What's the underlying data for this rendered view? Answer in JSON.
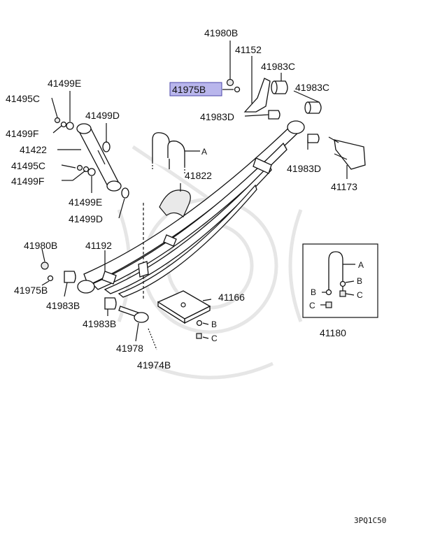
{
  "labels": {
    "p41980B_top": "41980B",
    "p41152": "41152",
    "p41983C_upper": "41983C",
    "p41975B_top": "41975B",
    "p41983C_right": "41983C",
    "p41983D_left": "41983D",
    "p41983D_right": "41983D",
    "p41173": "41173",
    "p41499E_top": "41499E",
    "p41495C_top": "41495C",
    "p41499D_top": "41499D",
    "p41499F_top": "41499F",
    "p41422": "41422",
    "p41495C_bottom": "41495C",
    "p41499F_bottom": "41499F",
    "p41499E_bottom": "41499E",
    "p41499D_bottom": "41499D",
    "p41822": "41822",
    "A_main": "A",
    "p41980B_rear": "41980B",
    "p41192": "41192",
    "p41975B_rear": "41975B",
    "p41983B_upper": "41983B",
    "p41983B_lower": "41983B",
    "p41166": "41166",
    "B_main": "B",
    "C_main": "C",
    "p41978": "41978",
    "p41974B": "41974B",
    "A_kit": "A",
    "B_kit_right": "B",
    "C_kit_right": "C",
    "B_kit_left": "B",
    "C_kit_left": "C",
    "p41180": "41180"
  },
  "highlighted_part": "41975B",
  "highlight_color": "#b9b6ec",
  "diagram_code": "3PQ1C50"
}
